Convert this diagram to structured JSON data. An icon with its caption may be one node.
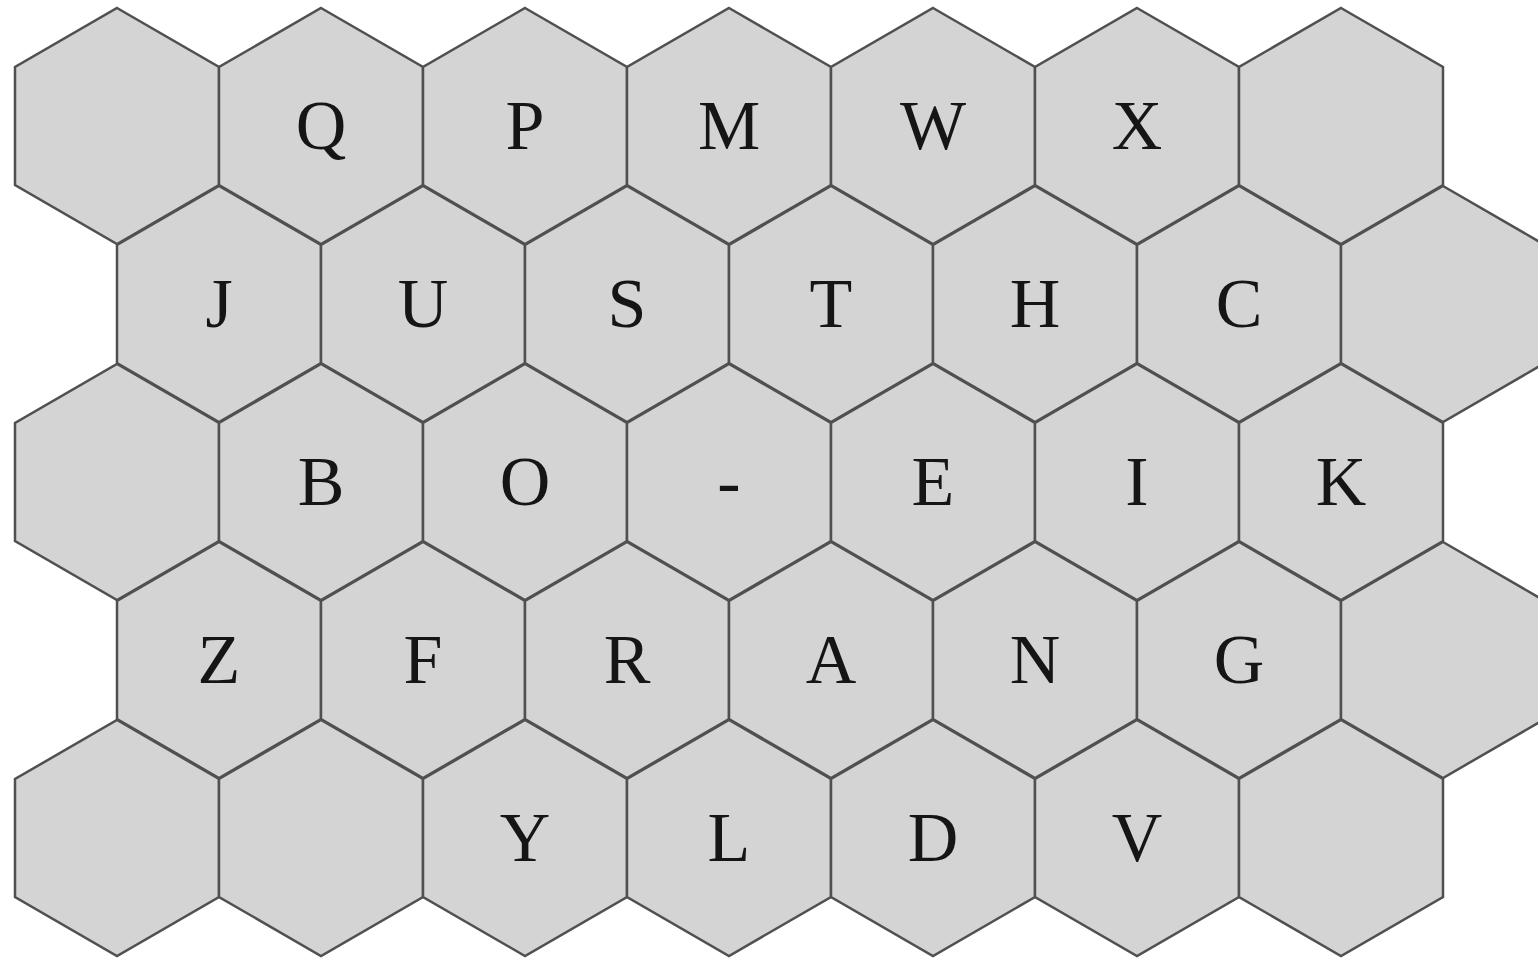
{
  "diagram": {
    "nodes": [
      {
        "text": [],
        "shape": "hexagon"
      },
      {
        "text": [
          "Q"
        ]
      },
      {
        "text": [
          "P"
        ]
      },
      {
        "text": [
          "M"
        ]
      },
      {
        "text": [
          "W"
        ]
      },
      {
        "text": [
          "X"
        ]
      },
      {
        "text": [],
        "shape": "hexagon"
      },
      {
        "text": [
          "J"
        ]
      },
      {
        "text": [
          "U"
        ]
      },
      {
        "text": [
          "S"
        ]
      },
      {
        "text": [
          "T"
        ]
      },
      {
        "text": [
          "H"
        ]
      },
      {
        "text": [
          "C"
        ]
      },
      {
        "text": [],
        "shape": "hexagon"
      },
      {
        "text": [],
        "shape": "hexagon"
      },
      {
        "text": [
          "B"
        ]
      },
      {
        "text": [
          "O"
        ]
      },
      {
        "text": [
          "-"
        ]
      },
      {
        "text": [
          "E"
        ]
      },
      {
        "text": [
          "I"
        ]
      },
      {
        "text": [
          "K"
        ]
      },
      {
        "text": [
          "Z"
        ]
      },
      {
        "text": [
          "F"
        ]
      },
      {
        "text": [
          "R"
        ]
      },
      {
        "text": [
          "A"
        ]
      },
      {
        "text": [
          "N"
        ]
      },
      {
        "text": [
          "G"
        ]
      },
      {
        "text": [],
        "shape": "hexagon"
      },
      {
        "text": [],
        "shape": "hexagon"
      },
      {
        "text": [],
        "shape": "hexagon"
      },
      {
        "text": [
          "Y"
        ]
      },
      {
        "text": [
          "L"
        ]
      },
      {
        "text": [
          "D"
        ]
      },
      {
        "text": [
          "V"
        ]
      },
      {
        "text": [],
        "shape": "hexagon"
      }
    ]
  }
}
